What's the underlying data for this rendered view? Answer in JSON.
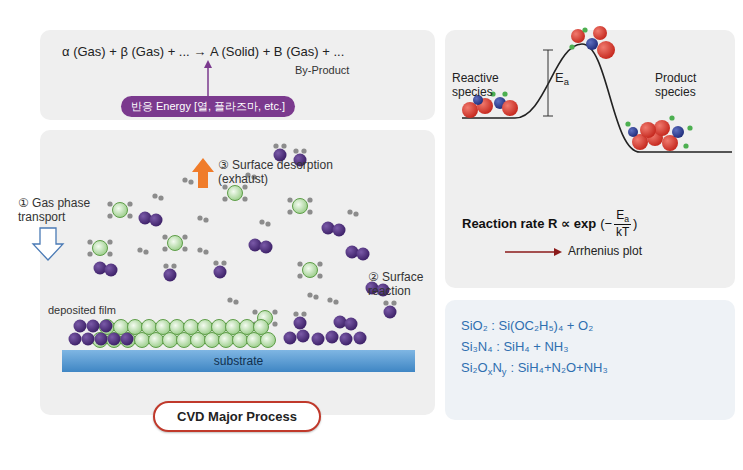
{
  "diagram": {
    "nodes": [
      {
        "text": [
          "α (Gas) + β (Gas) + ... → A (Solid) + B (Gas) + ...",
          "By-Product"
        ]
      },
      {
        "text": [
          "반응 Energy [열, 플라즈마, etc.]"
        ],
        "in": 0
      },
      {
        "text": [
          "substrate"
        ]
      },
      {
        "text": [
          "CVD Major Process"
        ]
      },
      {
        "text": [
          "SiO₂ : Si(OC₂H₅)₄ + O₂",
          "Si₃N₄ : SiH₄ + NH₃",
          "Si₂O",
          "x",
          "N",
          "y",
          ": SiH₄+N₂O+NH₃"
        ]
      }
    ],
    "labels": [
      "① Gas phase transport",
      "③ Surface desorption (exhaust)",
      "deposited film",
      "② Surface reaction",
      "Reactive species",
      "E",
      "a",
      "Product species",
      "Reaction rate R ∝ exp",
      "(−",
      "E",
      "a",
      "kT",
      ")",
      "Arrhenius plot"
    ]
  }
}
